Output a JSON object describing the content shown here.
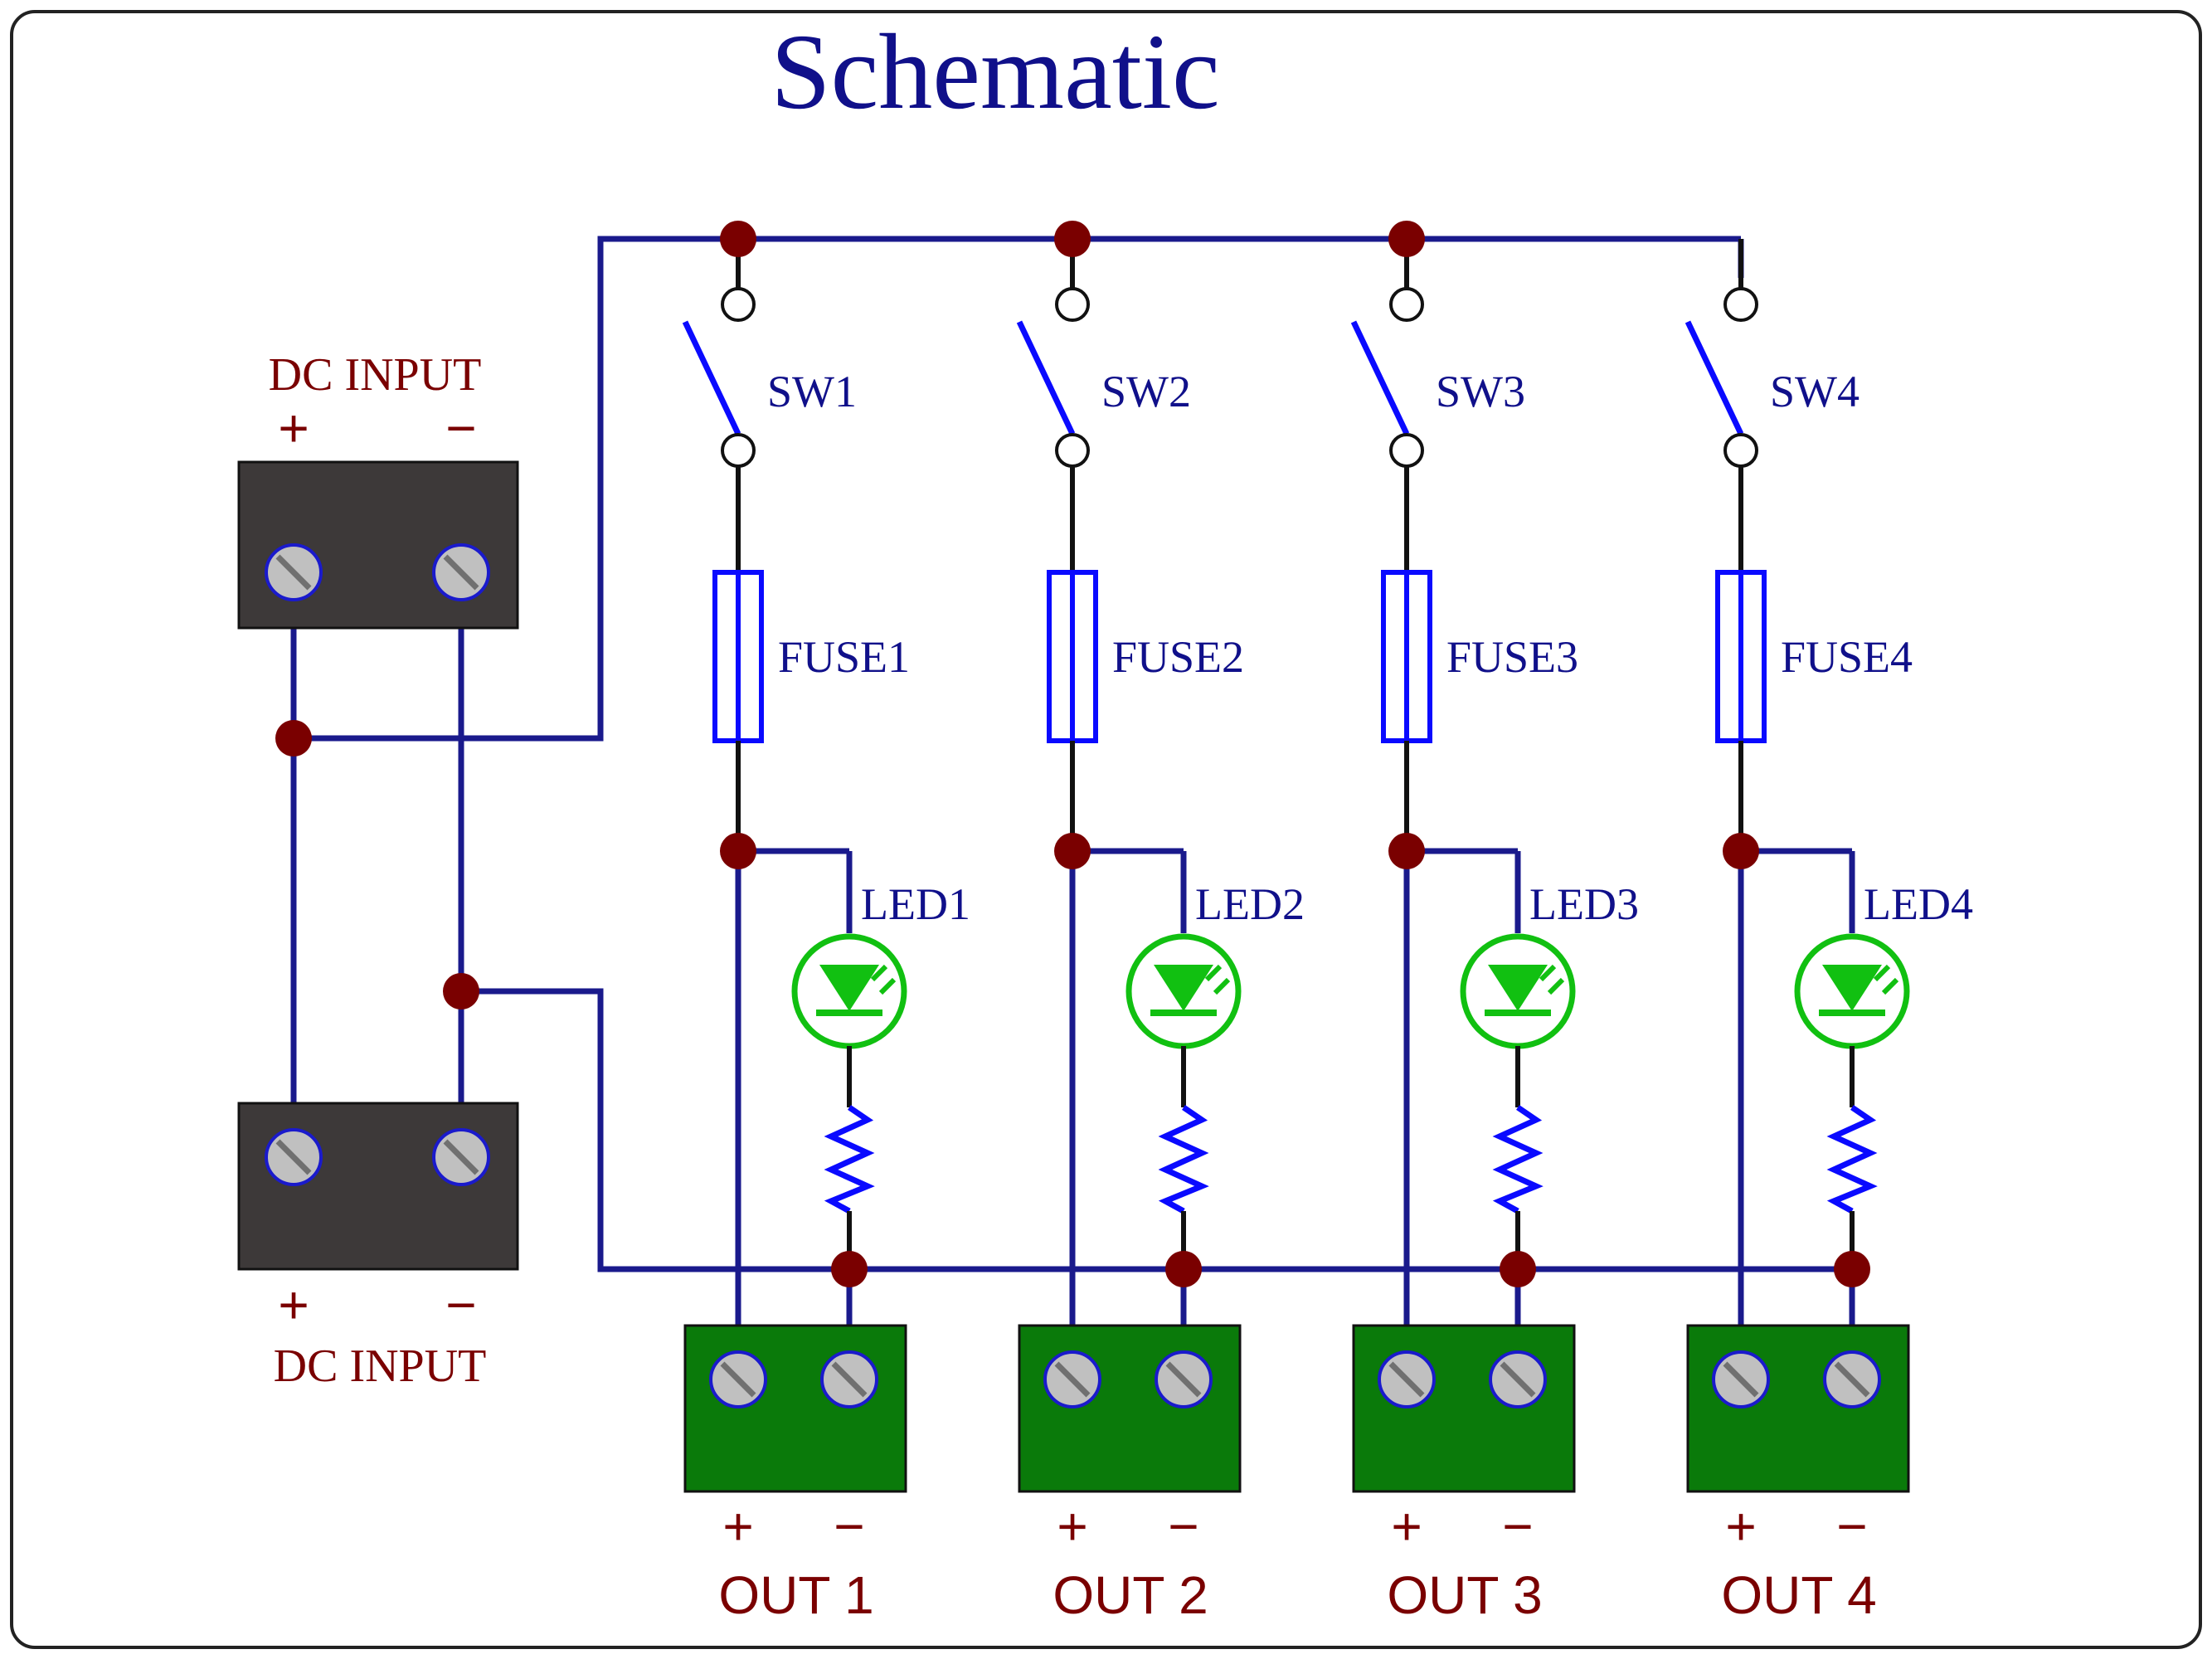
{
  "title": "Schematic",
  "dc_input": {
    "top_label": "DC INPUT",
    "bottom_label": "DC INPUT",
    "plus": "+",
    "minus": "−"
  },
  "channels": [
    {
      "switch": "SW1",
      "fuse": "FUSE1",
      "led": "LED1",
      "output": "OUT 1",
      "plus": "+",
      "minus": "−"
    },
    {
      "switch": "SW2",
      "fuse": "FUSE2",
      "led": "LED2",
      "output": "OUT 2",
      "plus": "+",
      "minus": "−"
    },
    {
      "switch": "SW3",
      "fuse": "FUSE3",
      "led": "LED3",
      "output": "OUT 3",
      "plus": "+",
      "minus": "−"
    },
    {
      "switch": "SW4",
      "fuse": "FUSE4",
      "led": "LED4",
      "output": "OUT 4",
      "plus": "+",
      "minus": "−"
    }
  ],
  "colors": {
    "wire": "#1a1a8c",
    "node": "#7a0000",
    "component": "#0a0aff",
    "led": "#11c011",
    "terminal_dark": "#3d3939",
    "terminal_green": "#0a7a0a",
    "screw": "#c0c0c0",
    "label_blue": "#10108a",
    "label_red": "#7a0000"
  }
}
